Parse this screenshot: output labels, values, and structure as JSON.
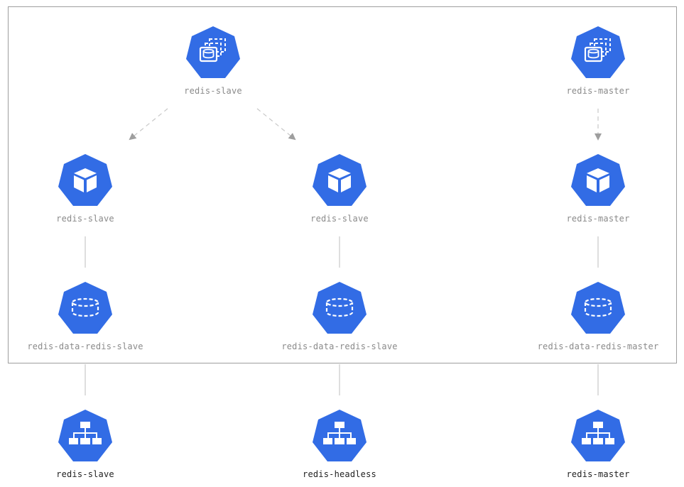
{
  "colors": {
    "node_fill": "#326ce5",
    "edge": "#c8c8c8",
    "arrow": "#9e9e9e",
    "frame": "#9e9e9e"
  },
  "nodes": {
    "statefulset_slave": {
      "label": "redis-slave",
      "icon": "statefulset-icon"
    },
    "statefulset_master": {
      "label": "redis-master",
      "icon": "statefulset-icon"
    },
    "pod_slave_1": {
      "label": "redis-slave",
      "icon": "pod-icon"
    },
    "pod_slave_2": {
      "label": "redis-slave",
      "icon": "pod-icon"
    },
    "pod_master": {
      "label": "redis-master",
      "icon": "pod-icon"
    },
    "pvc_slave_1": {
      "label": "redis-data-redis-slave",
      "icon": "pvc-icon"
    },
    "pvc_slave_2": {
      "label": "redis-data-redis-slave",
      "icon": "pvc-icon"
    },
    "pvc_master": {
      "label": "redis-data-redis-master",
      "icon": "pvc-icon"
    },
    "svc_slave": {
      "label": "redis-slave",
      "icon": "service-icon"
    },
    "svc_headless": {
      "label": "redis-headless",
      "icon": "service-icon"
    },
    "svc_master": {
      "label": "redis-master",
      "icon": "service-icon"
    }
  }
}
